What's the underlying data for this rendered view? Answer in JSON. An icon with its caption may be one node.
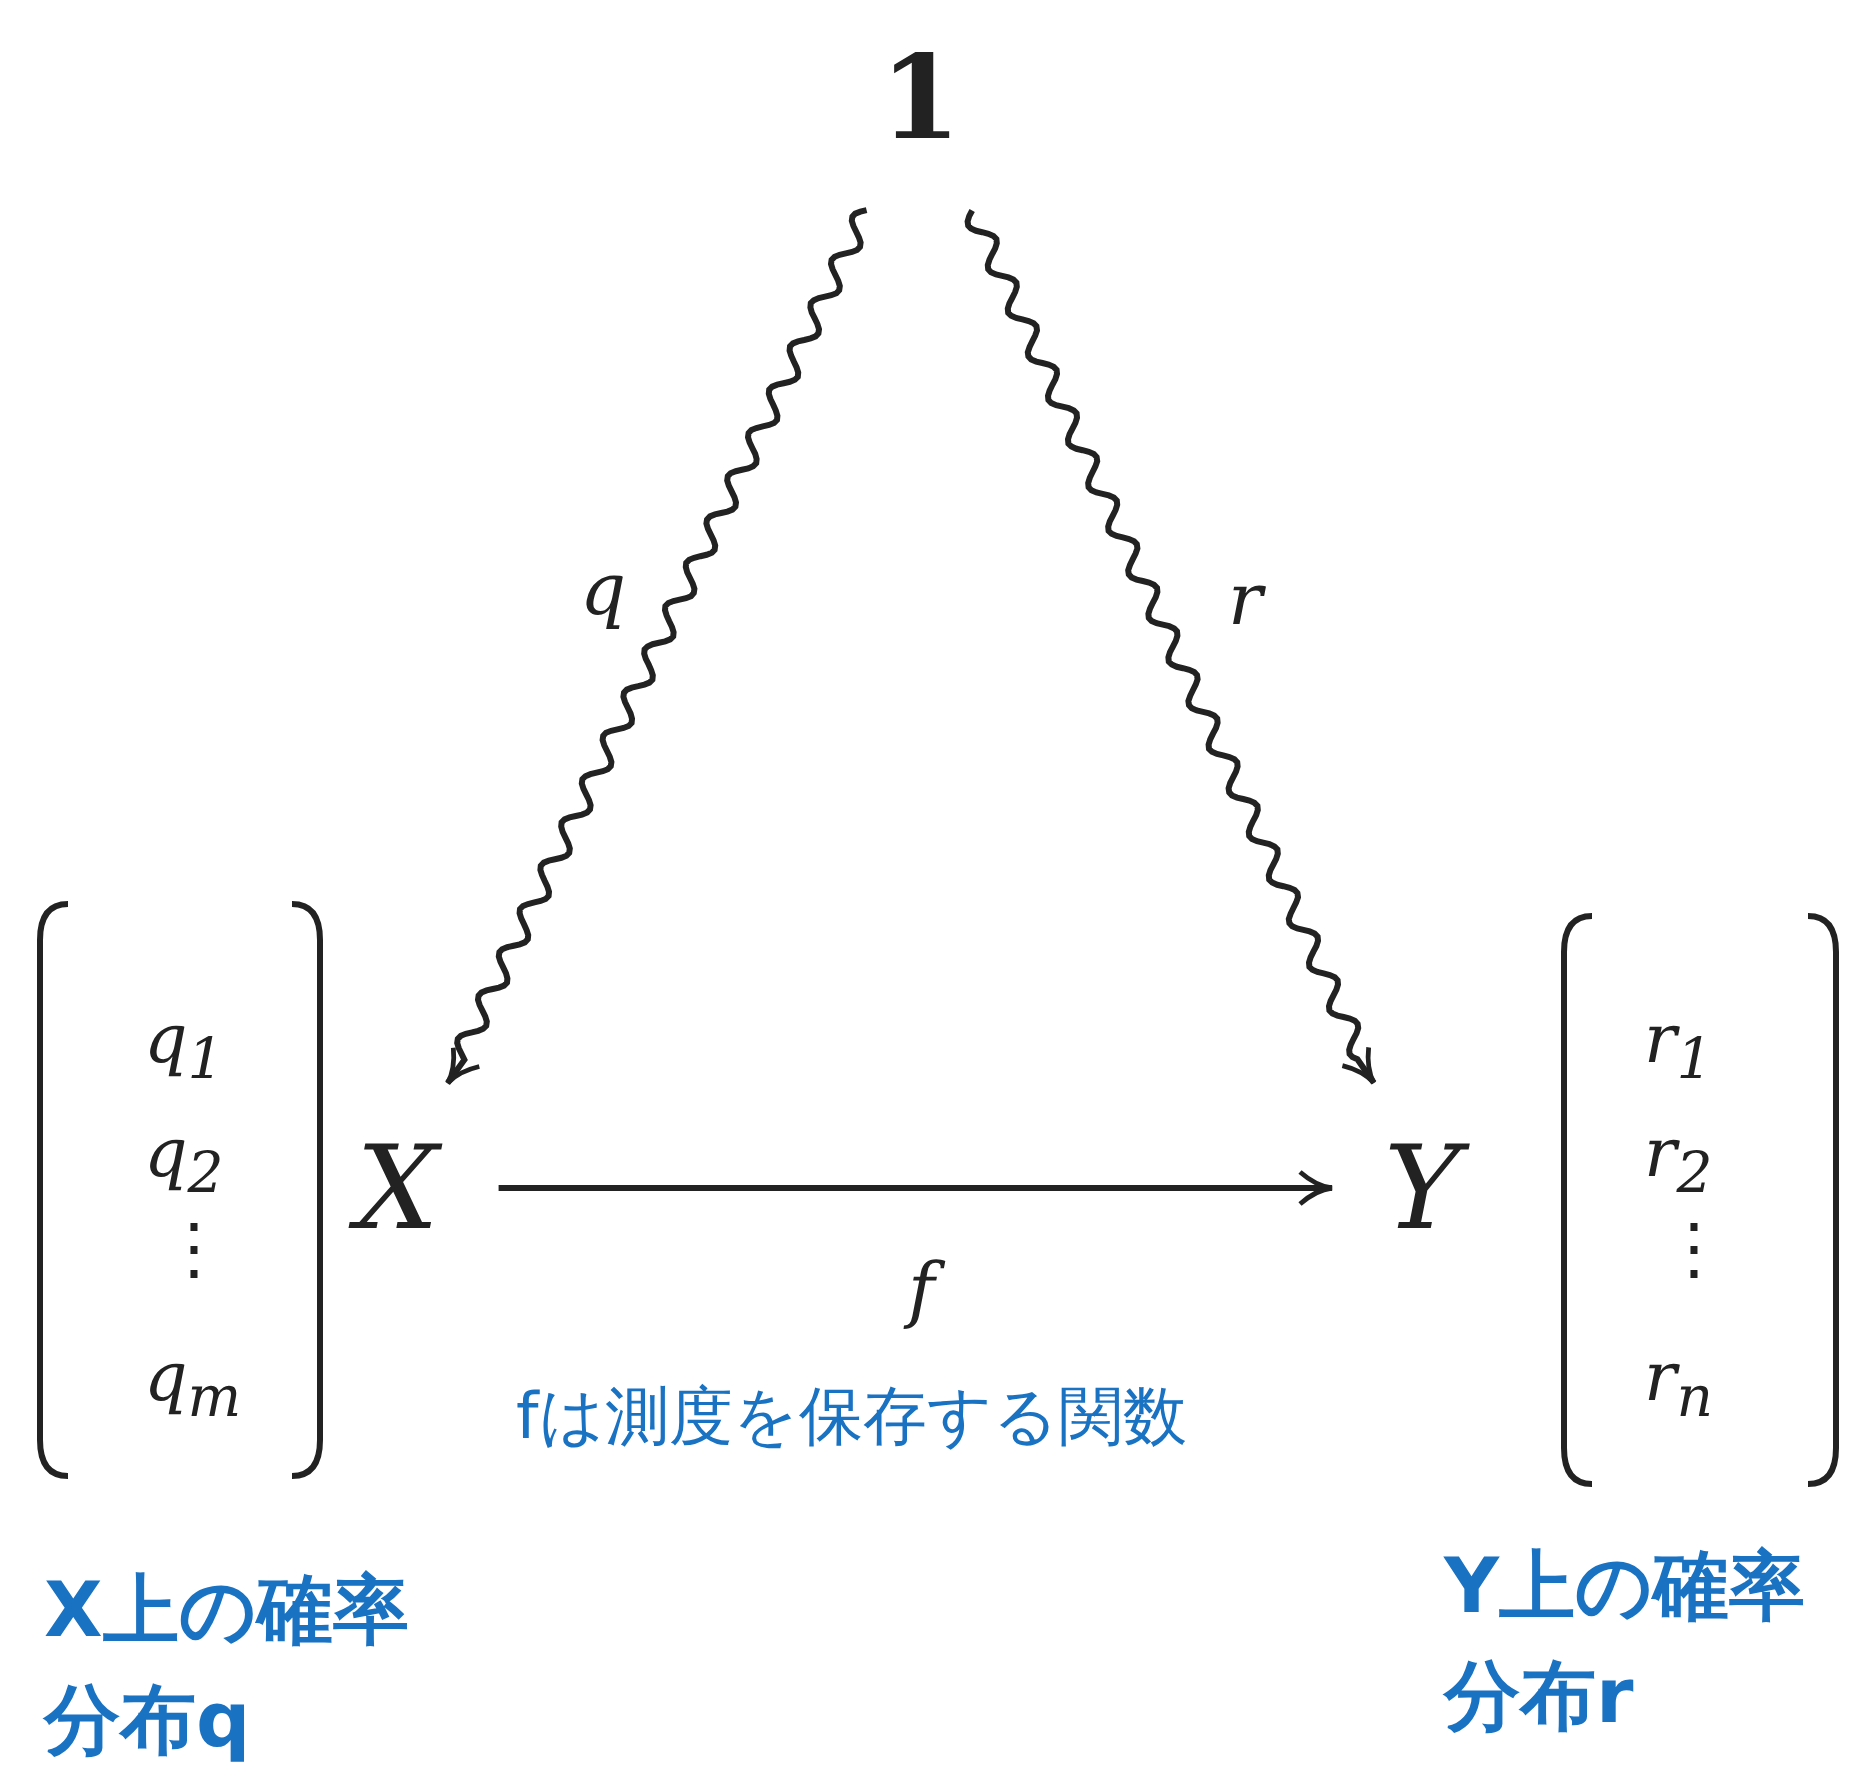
{
  "diagram": {
    "nodes": [
      {
        "text": [
          "1"
        ]
      },
      {
        "text": [
          "X"
        ]
      },
      {
        "text": [
          "Y"
        ]
      }
    ],
    "edges": [
      {
        "from": 0,
        "to": 1,
        "arrow": "to",
        "label": "q"
      },
      {
        "from": 0,
        "to": 2,
        "arrow": "to",
        "label": "r"
      },
      {
        "from": 1,
        "to": 2,
        "arrow": "to",
        "label": "f"
      }
    ],
    "labels": [
      "q$_{1}$",
      "q$_{2}$",
      "⋮",
      "q$_{m}$",
      "r$_{1}$",
      "r$_{2}$",
      "⋮",
      "r$_{n}$",
      "fは測度を保存する関数",
      "X上の確率分布q",
      "Y上の確率分布r"
    ]
  }
}
